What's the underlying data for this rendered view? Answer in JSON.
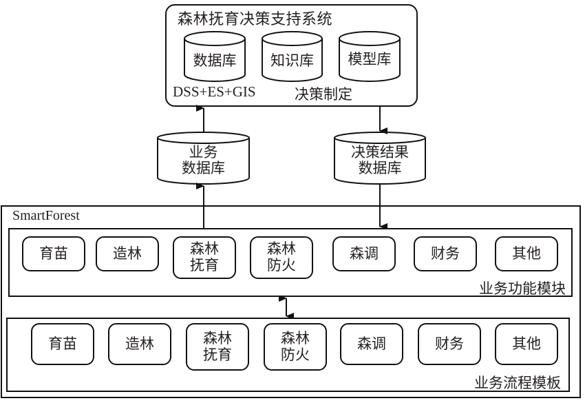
{
  "dss": {
    "title": "森林抚育决策支持系统",
    "databases": [
      {
        "label": "数据库"
      },
      {
        "label": "知识库"
      },
      {
        "label": "模型库"
      }
    ],
    "footer_left": "DSS+ES+GIS",
    "footer_right": "决策制定"
  },
  "intermediate": {
    "business_db": "业务\n数据库",
    "decision_db": "决策结果\n数据库"
  },
  "smartforest": {
    "title": "SmartForest",
    "function_panel": {
      "label": "业务功能模块",
      "modules": [
        {
          "label": "育苗"
        },
        {
          "label": "造林"
        },
        {
          "label": "森林\n抚育"
        },
        {
          "label": "森林\n防火"
        },
        {
          "label": "森调"
        },
        {
          "label": "财务"
        },
        {
          "label": "其他"
        }
      ]
    },
    "process_panel": {
      "label": "业务流程模板",
      "modules": [
        {
          "label": "育苗"
        },
        {
          "label": "造林"
        },
        {
          "label": "森林\n抚育"
        },
        {
          "label": "森林\n防火"
        },
        {
          "label": "森调"
        },
        {
          "label": "财务"
        },
        {
          "label": "其他"
        }
      ]
    }
  },
  "connections": [
    {
      "from": "function-panel",
      "to": "business-db",
      "direction": "up"
    },
    {
      "from": "business-db",
      "to": "dss-system",
      "direction": "up"
    },
    {
      "from": "dss-system",
      "to": "decision-result-db",
      "direction": "down"
    },
    {
      "from": "decision-result-db",
      "to": "function-panel",
      "direction": "down"
    },
    {
      "from": "function-panel",
      "to": "process-panel",
      "direction": "bidirectional"
    }
  ]
}
